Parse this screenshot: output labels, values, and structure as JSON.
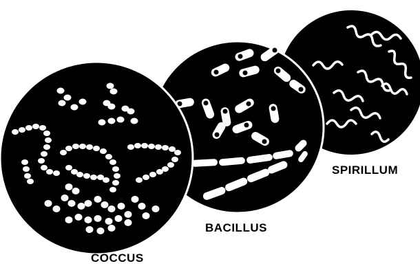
{
  "diagram": {
    "colors": {
      "background": "#ffffff",
      "field": "#000000",
      "cell": "#ffffff"
    },
    "panels": [
      {
        "id": "spirillum",
        "label": "SPIRILLUM"
      },
      {
        "id": "bacillus",
        "label": "BACILLUS"
      },
      {
        "id": "coccus",
        "label": "COCCUS"
      }
    ]
  }
}
